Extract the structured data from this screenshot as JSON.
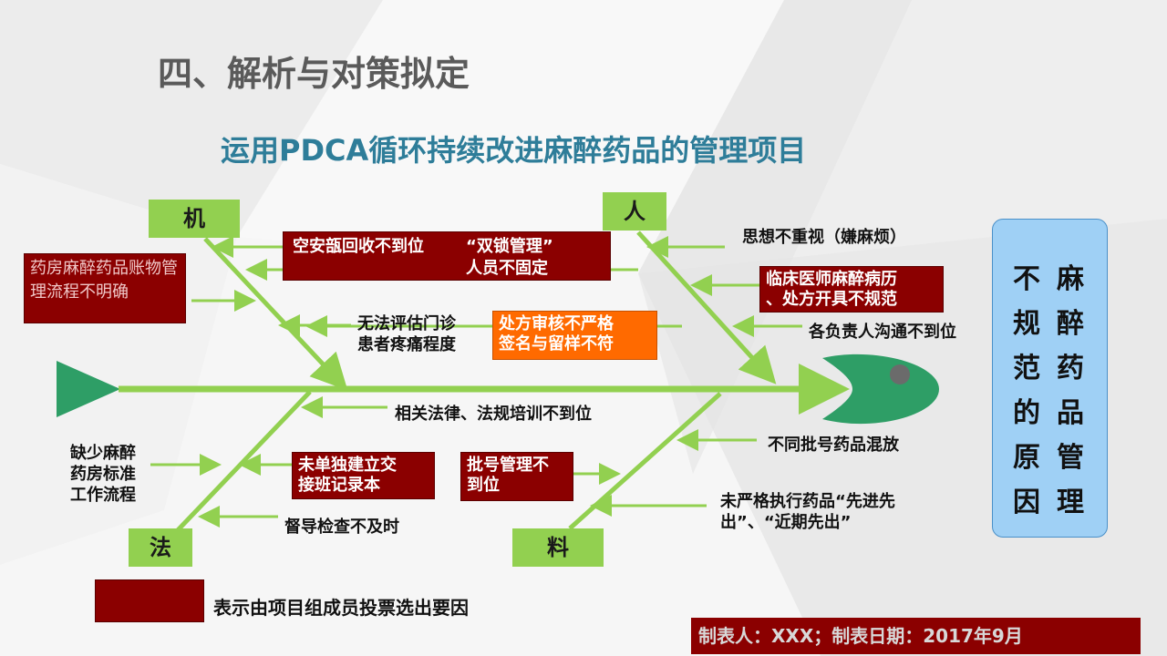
{
  "slide": {
    "title": "四、解析与对策拟定",
    "subtitle": "运用PDCA循环持续改进麻醉药品的管理项目"
  },
  "categories": {
    "ji": "机",
    "ren": "人",
    "fa": "法",
    "liao": "料"
  },
  "causes": {
    "empty_ampoule": "空安瓿回收不到位",
    "double_lock_1": "“双锁管理”",
    "double_lock_2": "人员不固定",
    "pharmacy_account": "药房麻醉药品账物管理流程不明确",
    "pain_eval_1": "无法评估门诊",
    "pain_eval_2": "患者疼痛程度",
    "prescription_review_1": "处方审核不严格",
    "prescription_review_2": "签名与留样不符",
    "mindset": "思想不重视（嫌麻烦）",
    "doctor_records_1": "临床医师麻醉病历",
    "doctor_records_2": "、处方开具不规范",
    "communication": "各负责人沟通不到位",
    "law_training": "相关法律、法规培训不到位",
    "batch_mixing": "不同批号药品混放",
    "missing_process_1": "缺少麻醉",
    "missing_process_2": "药房标准",
    "missing_process_3": "工作流程",
    "handover_1": "未单独建立交",
    "handover_2": "接班记录本",
    "batch_mgmt_1": "批号管理不",
    "batch_mgmt_2": "到位",
    "fifo_1": "未严格执行药品“先进先",
    "fifo_2": "出”、“近期先出”",
    "supervision": "督导检查不及时"
  },
  "result_chars": [
    "不",
    "规",
    "范",
    "的",
    "原",
    "因",
    "麻",
    "醉",
    "药",
    "品",
    "管",
    "理"
  ],
  "legend": {
    "text": "表示由项目组成员投票选出要因"
  },
  "footer": {
    "text": "制表人：XXX；制表日期：2017年9月"
  },
  "colors": {
    "category_green": "#92d050",
    "key_cause_red": "#8b0000",
    "highlight_orange": "#ff6a00",
    "result_blue": "#9fd0f5",
    "fish_head": "#2e9e66"
  }
}
